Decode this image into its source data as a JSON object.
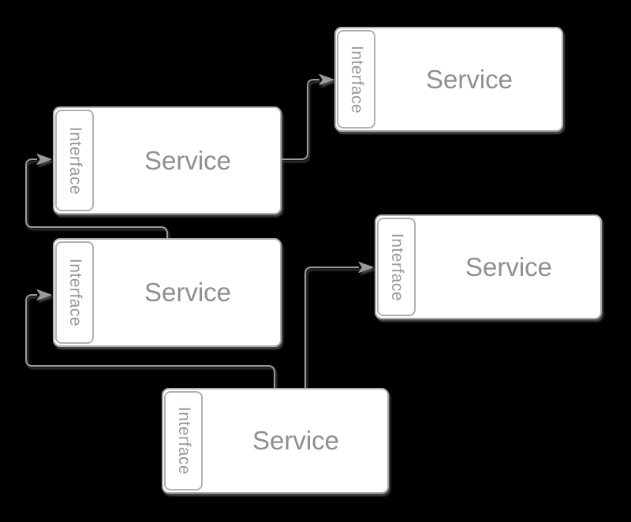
{
  "diagram": {
    "type": "service-interface-diagram",
    "background_color": "#000000",
    "node_fill": "#ffffff",
    "node_border_color": "#b0b0b0",
    "service_label_color": "#8f8f8f",
    "interface_label_color": "#999999",
    "connector_color": "#9a9a9a",
    "nodes": [
      {
        "id": "service-top-right",
        "service_label": "Service",
        "interface_label": "Interface"
      },
      {
        "id": "service-upper-left",
        "service_label": "Service",
        "interface_label": "Interface"
      },
      {
        "id": "service-middle-left",
        "service_label": "Service",
        "interface_label": "Interface"
      },
      {
        "id": "service-middle-right",
        "service_label": "Service",
        "interface_label": "Interface"
      },
      {
        "id": "service-bottom",
        "service_label": "Service",
        "interface_label": "Interface"
      }
    ],
    "edges": [
      {
        "from": "service-upper-left",
        "to": "service-top-right"
      },
      {
        "from": "service-middle-left",
        "to": "service-upper-left"
      },
      {
        "from": "service-bottom",
        "to": "service-middle-left"
      },
      {
        "from": "service-bottom",
        "to": "service-middle-right"
      }
    ]
  }
}
